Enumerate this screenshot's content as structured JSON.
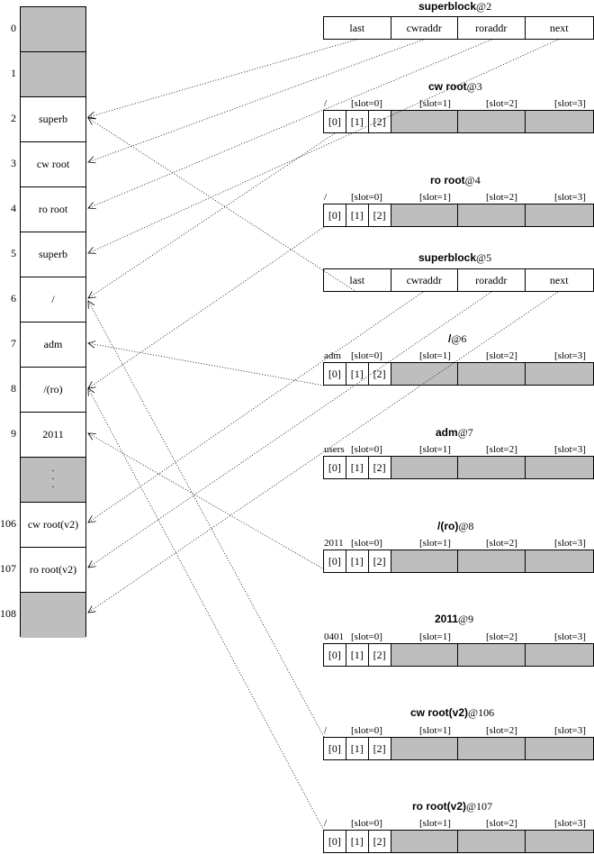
{
  "disk": {
    "blocks": [
      {
        "num": "0",
        "label": ""
      },
      {
        "num": "1",
        "label": ""
      },
      {
        "num": "2",
        "label": "superb"
      },
      {
        "num": "3",
        "label": "cw root"
      },
      {
        "num": "4",
        "label": "ro root"
      },
      {
        "num": "5",
        "label": "superb"
      },
      {
        "num": "6",
        "label": "/"
      },
      {
        "num": "7",
        "label": "adm"
      },
      {
        "num": "8",
        "label": "/(ro)"
      },
      {
        "num": "9",
        "label": "2011"
      },
      {
        "num": "",
        "label": "·\n·\n·"
      },
      {
        "num": "106",
        "label": "cw root(v2)"
      },
      {
        "num": "107",
        "label": "ro root(v2)"
      },
      {
        "num": "108",
        "label": ""
      }
    ]
  },
  "superblocks": [
    {
      "title": "superblock",
      "at": "@2",
      "fields": [
        "last",
        "cwraddr",
        "roraddr",
        "next"
      ]
    },
    {
      "title": "superblock",
      "at": "@5",
      "fields": [
        "last",
        "cwraddr",
        "roraddr",
        "next"
      ]
    }
  ],
  "nodes": [
    {
      "title": "cw root",
      "at": "@3",
      "name": "/",
      "subs": [
        "[0]",
        "[1]",
        "[2]"
      ],
      "slots": [
        "[slot=0]",
        "[slot=1]",
        "[slot=2]",
        "[slot=3]"
      ]
    },
    {
      "title": "ro root",
      "at": "@4",
      "name": "/",
      "subs": [
        "[0]",
        "[1]",
        "[2]"
      ],
      "slots": [
        "[slot=0]",
        "[slot=1]",
        "[slot=2]",
        "[slot=3]"
      ]
    },
    {
      "title": "/",
      "at": "@6",
      "name": "adm",
      "subs": [
        "[0]",
        "[1]",
        "[2]"
      ],
      "slots": [
        "[slot=0]",
        "[slot=1]",
        "[slot=2]",
        "[slot=3]"
      ]
    },
    {
      "title": "adm",
      "at": "@7",
      "name": "users",
      "subs": [
        "[0]",
        "[1]",
        "[2]"
      ],
      "slots": [
        "[slot=0]",
        "[slot=1]",
        "[slot=2]",
        "[slot=3]"
      ]
    },
    {
      "title": "/(ro)",
      "at": "@8",
      "name": "2011",
      "subs": [
        "[0]",
        "[1]",
        "[2]"
      ],
      "slots": [
        "[slot=0]",
        "[slot=1]",
        "[slot=2]",
        "[slot=3]"
      ]
    },
    {
      "title": "2011",
      "at": "@9",
      "name": "0401",
      "subs": [
        "[0]",
        "[1]",
        "[2]"
      ],
      "slots": [
        "[slot=0]",
        "[slot=1]",
        "[slot=2]",
        "[slot=3]"
      ]
    },
    {
      "title": "cw root(v2)",
      "at": "@106",
      "name": "/",
      "subs": [
        "[0]",
        "[1]",
        "[2]"
      ],
      "slots": [
        "[slot=0]",
        "[slot=1]",
        "[slot=2]",
        "[slot=3]"
      ]
    },
    {
      "title": "ro root(v2)",
      "at": "@107",
      "name": "/",
      "subs": [
        "[0]",
        "[1]",
        "[2]"
      ],
      "slots": [
        "[slot=0]",
        "[slot=1]",
        "[slot=2]",
        "[slot=3]"
      ]
    }
  ]
}
